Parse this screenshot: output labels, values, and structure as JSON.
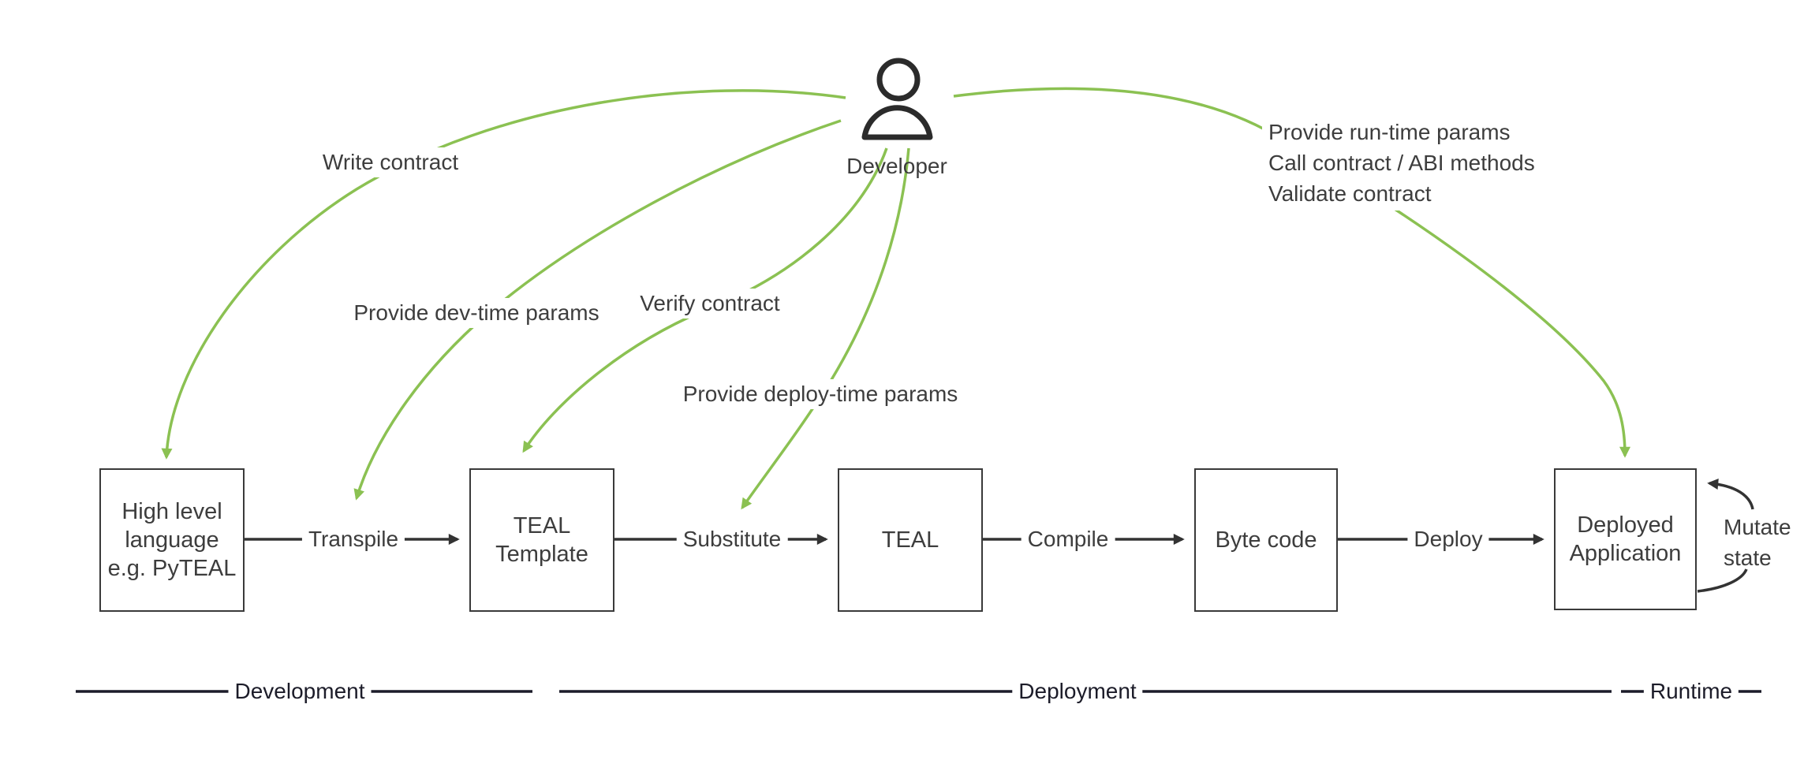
{
  "diagram": {
    "actor": {
      "label": "Developer"
    },
    "nodes": [
      {
        "id": "high-level-language",
        "label": "High level\nlanguage\ne.g. PyTEAL"
      },
      {
        "id": "teal-template",
        "label": "TEAL\nTemplate"
      },
      {
        "id": "teal",
        "label": "TEAL"
      },
      {
        "id": "byte-code",
        "label": "Byte code"
      },
      {
        "id": "deployed-application",
        "label": "Deployed\nApplication"
      }
    ],
    "process_arrows": [
      {
        "label": "Transpile"
      },
      {
        "label": "Substitute"
      },
      {
        "label": "Compile"
      },
      {
        "label": "Deploy"
      }
    ],
    "actor_actions": [
      {
        "label": "Write contract"
      },
      {
        "label": "Provide dev-time params"
      },
      {
        "label": "Verify contract"
      },
      {
        "label": "Provide deploy-time params"
      },
      {
        "label": "Provide run-time params\nCall contract / ABI methods\nValidate contract"
      }
    ],
    "self_loop": {
      "label": "Mutate\nstate"
    },
    "phases": [
      {
        "label": "Development"
      },
      {
        "label": "Deployment"
      },
      {
        "label": "Runtime"
      }
    ],
    "colors": {
      "action_green": "#8BC152",
      "flow_dark": "#333333",
      "phase_line": "#1c1c29",
      "text": "#3d3d3d",
      "box_border": "#3a3a3a"
    }
  }
}
